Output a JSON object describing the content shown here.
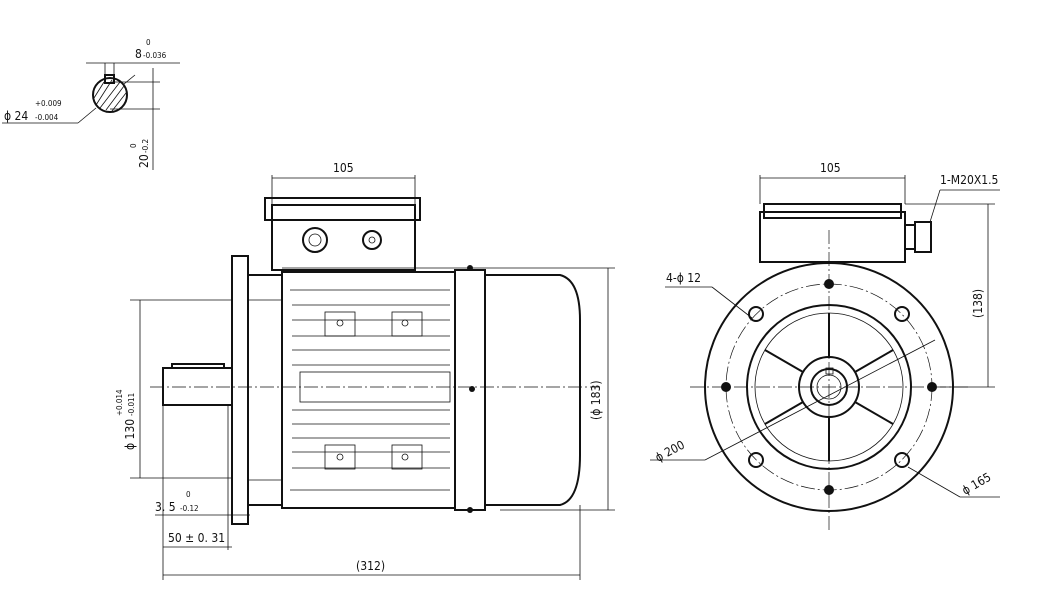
{
  "key_section": {
    "key_width": "8",
    "key_width_upper": "0",
    "key_width_lower": "-0.036",
    "shaft_dia": "ϕ 24",
    "shaft_dia_upper": "+0.009",
    "shaft_dia_lower": "-0.004",
    "key_depth": "20",
    "key_depth_upper": "0",
    "key_depth_lower": "-0.2"
  },
  "side_view": {
    "terminal_box_width": "105",
    "spigot_dia": "ϕ 130",
    "spigot_dia_upper": "+0.014",
    "spigot_dia_lower": "-0.011",
    "spigot_depth": "3. 5",
    "spigot_depth_upper": "0",
    "spigot_depth_lower": "-0.12",
    "shaft_length": "50 ± 0. 31",
    "overall_length": "(312)",
    "overall_height": "(ϕ 183)"
  },
  "end_view": {
    "terminal_box_width": "105",
    "cable_gland": "1-M20X1.5",
    "holes": "4-ϕ 12",
    "box_height": "(138)",
    "flange_dia": "ϕ 200",
    "bolt_circle_dia": "ϕ 165"
  }
}
